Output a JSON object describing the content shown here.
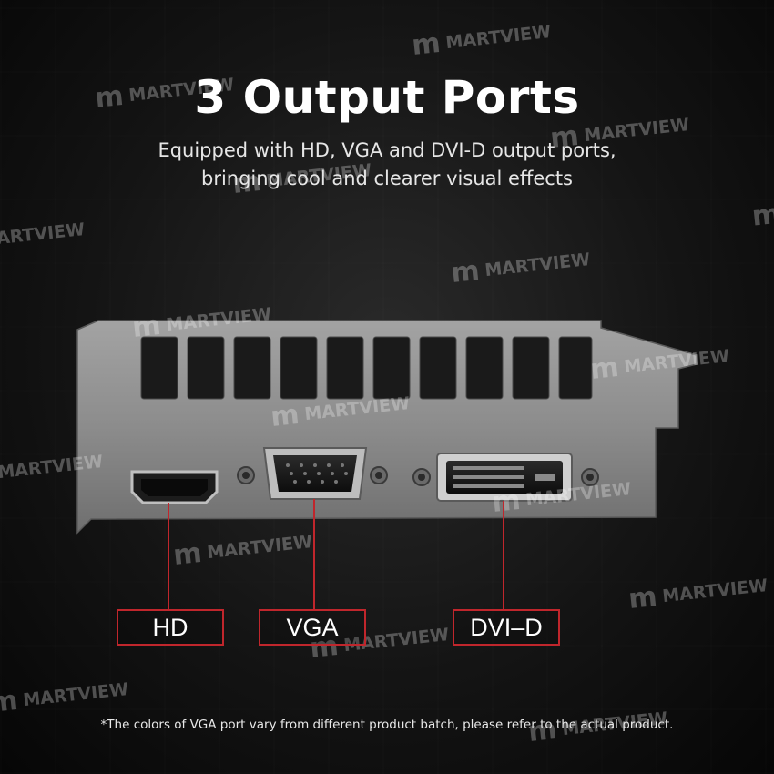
{
  "header": {
    "title": "3 Output Ports",
    "subtitle_line1": "Equipped with HD, VGA and DVI-D output ports,",
    "subtitle_line2": "bringing cool and clearer visual effects"
  },
  "ports": {
    "hd_label": "HD",
    "vga_label": "VGA",
    "dvi_label": "DVI–D"
  },
  "watermark": {
    "text": "MARTVIEW",
    "logo_letter": "m"
  },
  "footnote": "*The colors of VGA port vary from different product batch, please refer to the actual product.",
  "colors": {
    "accent_red": "#c0262c",
    "bracket_metal": "#8f8f8f",
    "background": "#141414"
  }
}
